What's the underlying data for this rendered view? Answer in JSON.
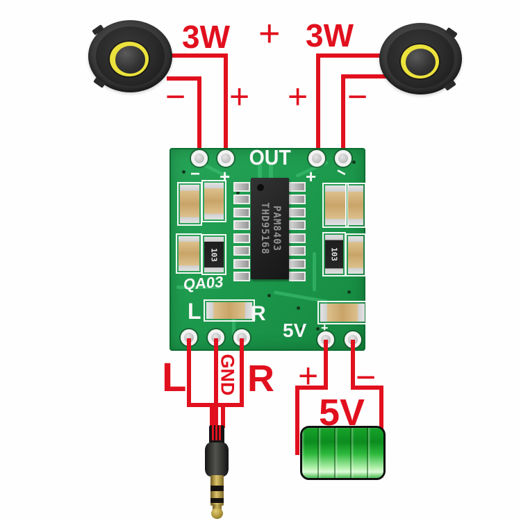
{
  "speakers": {
    "left": {
      "wattage": "3W",
      "terminal_minus": "−",
      "terminal_plus": "+"
    },
    "right": {
      "wattage": "3W",
      "terminal_plus": "+",
      "terminal_minus": "−"
    },
    "separator_plus": "+"
  },
  "pcb": {
    "out_label": "OUT",
    "silk_minus_left": "−",
    "silk_plus_left": "+",
    "silk_plus_right": "+",
    "silk_minus_right": "−",
    "ic": {
      "line1": "PAM8403",
      "line2": "THD95168"
    },
    "resistor_code": "103",
    "model_code": "QA03",
    "left_channel_label": "L",
    "right_channel_label": "R",
    "power_label": "5V",
    "silk_plus_bottom": "+"
  },
  "audio_input": {
    "left_wire": "L",
    "ground_wire": "GND",
    "right_wire": "R"
  },
  "power_supply": {
    "plus": "+",
    "minus": "−",
    "voltage": "5V"
  },
  "colors": {
    "wire_red": "#e1101e",
    "pcb_green": "#1d9a4d",
    "silkscreen_white": "#f7f7f7",
    "battery_green": "#2db83c",
    "speaker_ring_yellow": "#ece23c"
  }
}
